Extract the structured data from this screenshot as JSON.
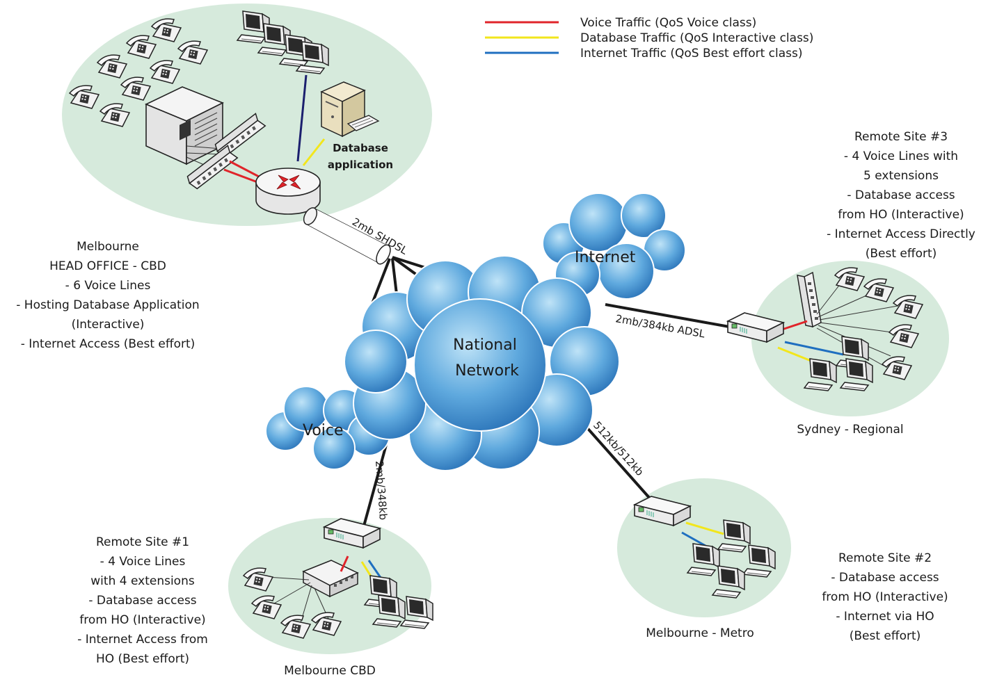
{
  "legend": {
    "voice": "Voice Traffic  (QoS Voice class)",
    "database": "Database Traffic  (QoS Interactive class)",
    "internet": "Internet Traffic  (QoS Best effort class)"
  },
  "colors": {
    "voice": "#e0242a",
    "database": "#f2e61c",
    "internet": "#1f6fc0",
    "backbone": "#1a1a1a",
    "lan": "#1b1f6e",
    "site_ellipse": "#d6eadc",
    "cloud": "#4a9dd8"
  },
  "clouds": {
    "internet": "Internet",
    "national_line1": "National",
    "national_line2": "Network",
    "voice": "Voice"
  },
  "links": {
    "head_office": "2mb SHDSL",
    "sydney": "2mb/384kb ADSL",
    "metro": "512kb/512kb",
    "cbd": "2mb/348kb"
  },
  "head_office": {
    "device_label_1": "Database",
    "device_label_2": "application",
    "lines": [
      "Melbourne",
      "HEAD OFFICE - CBD",
      "- 6 Voice Lines",
      "- Hosting Database Application",
      "(Interactive)",
      "- Internet Access (Best effort)"
    ]
  },
  "site3": {
    "lines": [
      "Remote Site #3",
      "- 4 Voice Lines with",
      "5 extensions",
      "- Database access",
      "from HO (Interactive)",
      "- Internet Access Directly",
      "(Best effort)"
    ],
    "name": "Sydney - Regional"
  },
  "site2": {
    "lines": [
      "Remote Site #2",
      "- Database access",
      "from HO (Interactive)",
      "- Internet via HO",
      "(Best effort)"
    ],
    "name": "Melbourne - Metro"
  },
  "site1": {
    "lines": [
      "Remote Site #1",
      "- 4 Voice Lines",
      "with 4 extensions",
      "- Database access",
      "from HO (Interactive)",
      "- Internet Access from",
      "HO (Best effort)"
    ],
    "name": "Melbourne CBD"
  },
  "icons": [
    "telephone-icon",
    "workstation-icon",
    "server-icon",
    "pbx-icon",
    "router-icon",
    "switch-icon",
    "modem-icon",
    "cloud-icon"
  ]
}
